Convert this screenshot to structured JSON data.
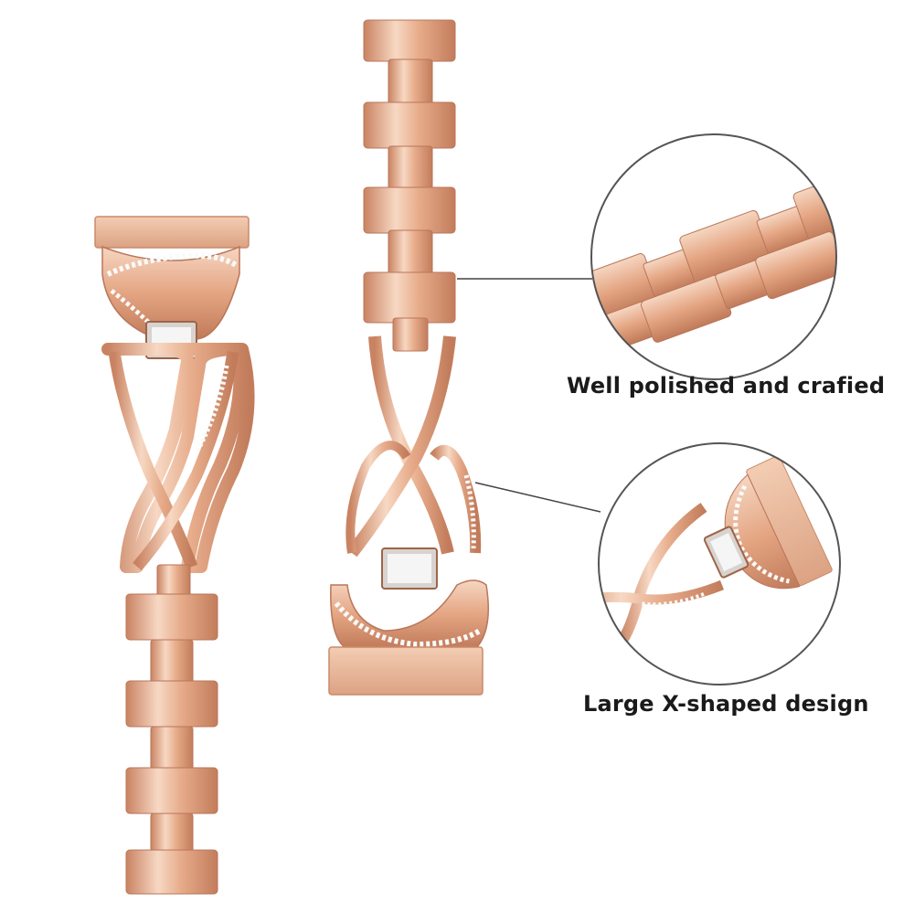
{
  "product": {
    "name": "Rose gold metal watch band with rhinestone X-shaped connectors",
    "metal_color": "#e2a886",
    "metal_highlight": "#fbe3d2",
    "metal_shadow": "#b9765a",
    "gem_color": "#f4f4f4"
  },
  "callouts": [
    {
      "label": "Well polished and crafied",
      "icon": "link-detail-zoom"
    },
    {
      "label": "Large X-shaped design",
      "icon": "connector-detail-zoom"
    }
  ]
}
